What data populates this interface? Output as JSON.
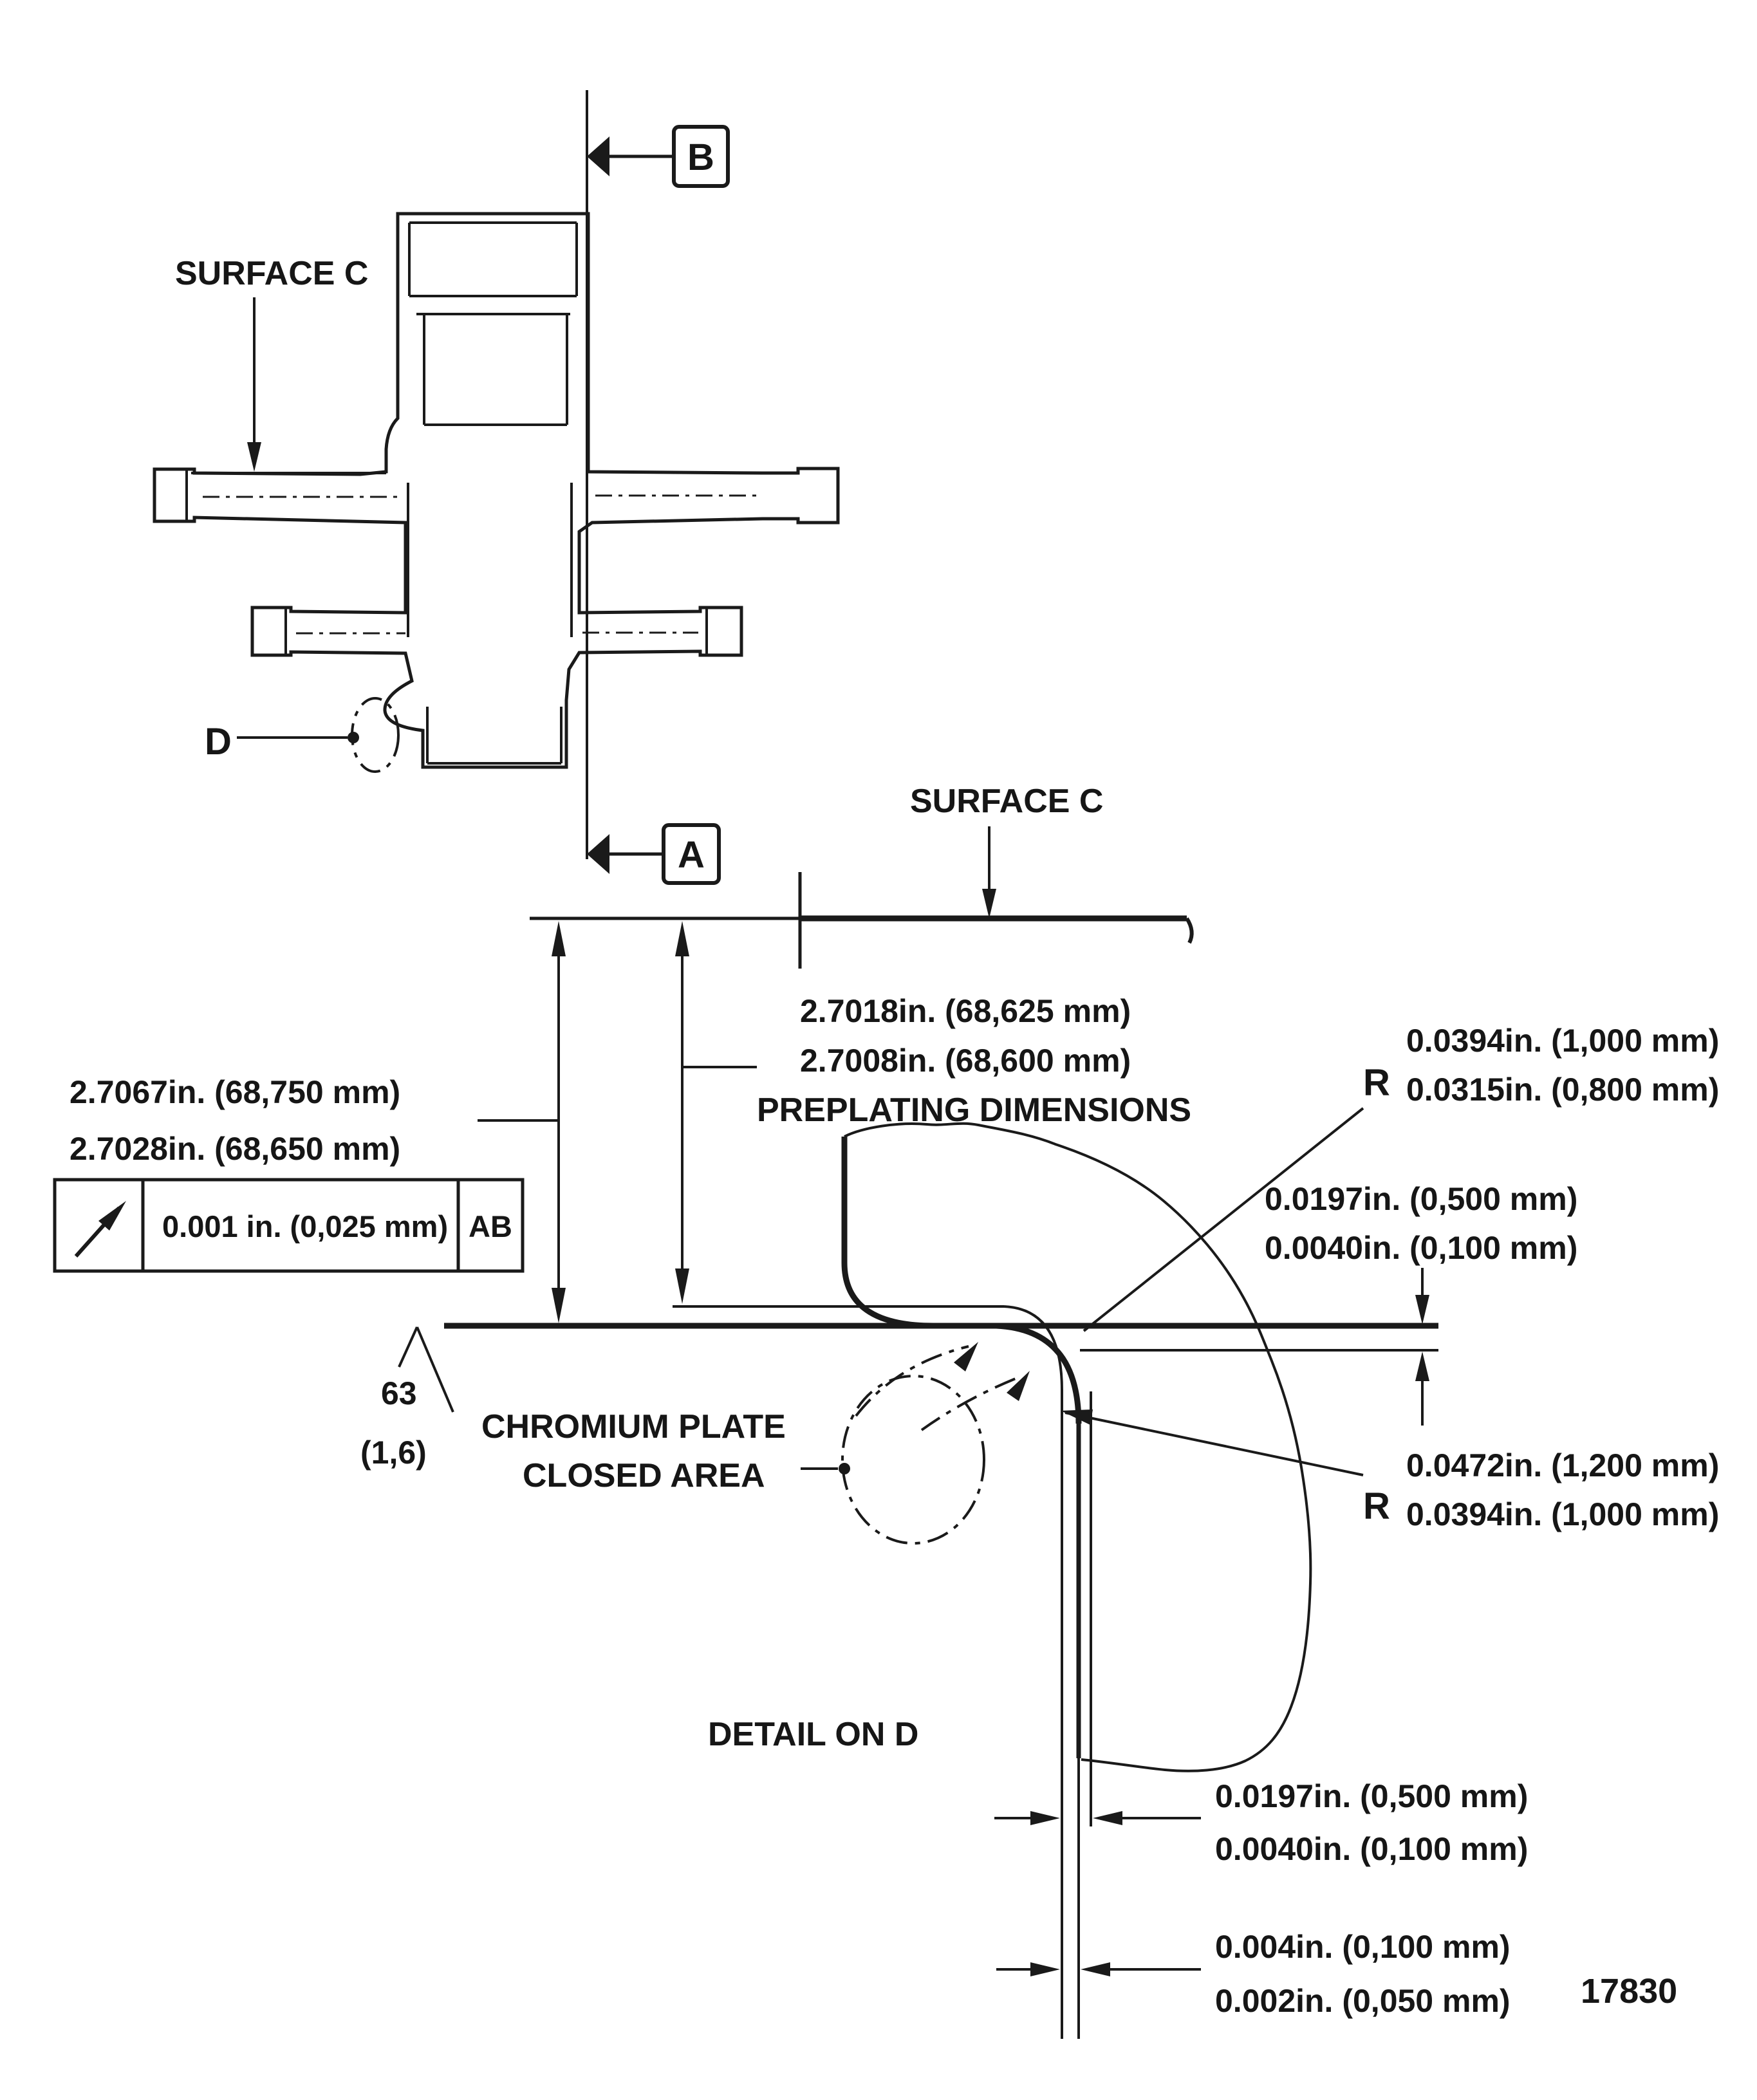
{
  "figure": {
    "number": "17830"
  },
  "section_view": {
    "surface_c_label": "SURFACE C",
    "datum_b": "B",
    "datum_a": "A",
    "detail_marker": "D"
  },
  "plating_diagram": {
    "surface_c_label": "SURFACE C",
    "overall_dim": {
      "line1": "2.7067in. (68,750 mm)",
      "line2": "2.7028in. (68,650 mm)"
    },
    "runout_frame": {
      "symbol": "circular-runout-arrow",
      "tolerance": "0.001 in. (0,025 mm)",
      "datums": "AB"
    },
    "preplating_dim": {
      "line1": "2.7018in. (68,625 mm)",
      "line2": "2.7008in. (68,600 mm)",
      "caption": "PREPLATING DIMENSIONS"
    },
    "surface_finish": {
      "roughness": "63",
      "metric": "(1,6)"
    },
    "chromium_note": {
      "line1": "CHROMIUM PLATE",
      "line2": "CLOSED AREA"
    },
    "fillet_radius_preplate": {
      "prefix": "R",
      "line1": "0.0394in. (1,000 mm)",
      "line2": "0.0315in. (0,800 mm)"
    },
    "fillet_radius_plated": {
      "prefix": "R",
      "line1": "0.0472in. (1,200 mm)",
      "line2": "0.0394in. (1,000 mm)"
    },
    "plate_thickness_top": {
      "line1": "0.0197in. (0,500 mm)",
      "line2": "0.0040in. (0,100 mm)"
    },
    "plate_thickness_side": {
      "line1": "0.0197in. (0,500 mm)",
      "line2": "0.0040in. (0,100 mm)"
    },
    "plate_thickness_wall": {
      "line1": "0.004in. (0,100 mm)",
      "line2": "0.002in. (0,050 mm)"
    },
    "detail_caption": "DETAIL ON D"
  }
}
